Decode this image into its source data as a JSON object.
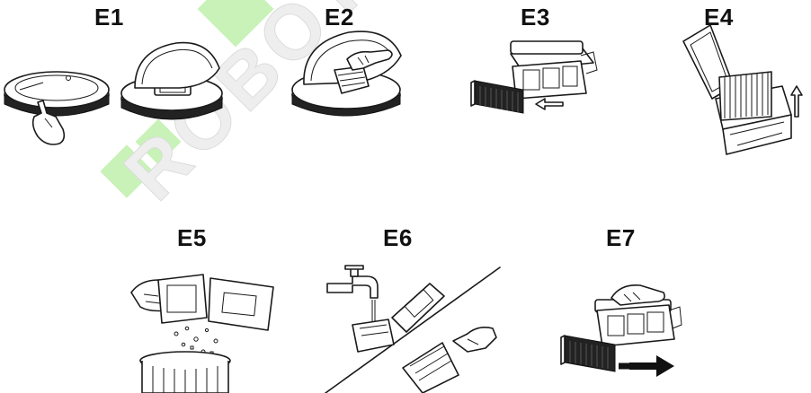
{
  "steps": [
    {
      "id": "E1"
    },
    {
      "id": "E2"
    },
    {
      "id": "E3"
    },
    {
      "id": "E4"
    },
    {
      "id": "E5"
    },
    {
      "id": "E6"
    },
    {
      "id": "E7"
    }
  ],
  "watermark": {
    "text": "ROBOT",
    "color": "#b9f0a8"
  }
}
